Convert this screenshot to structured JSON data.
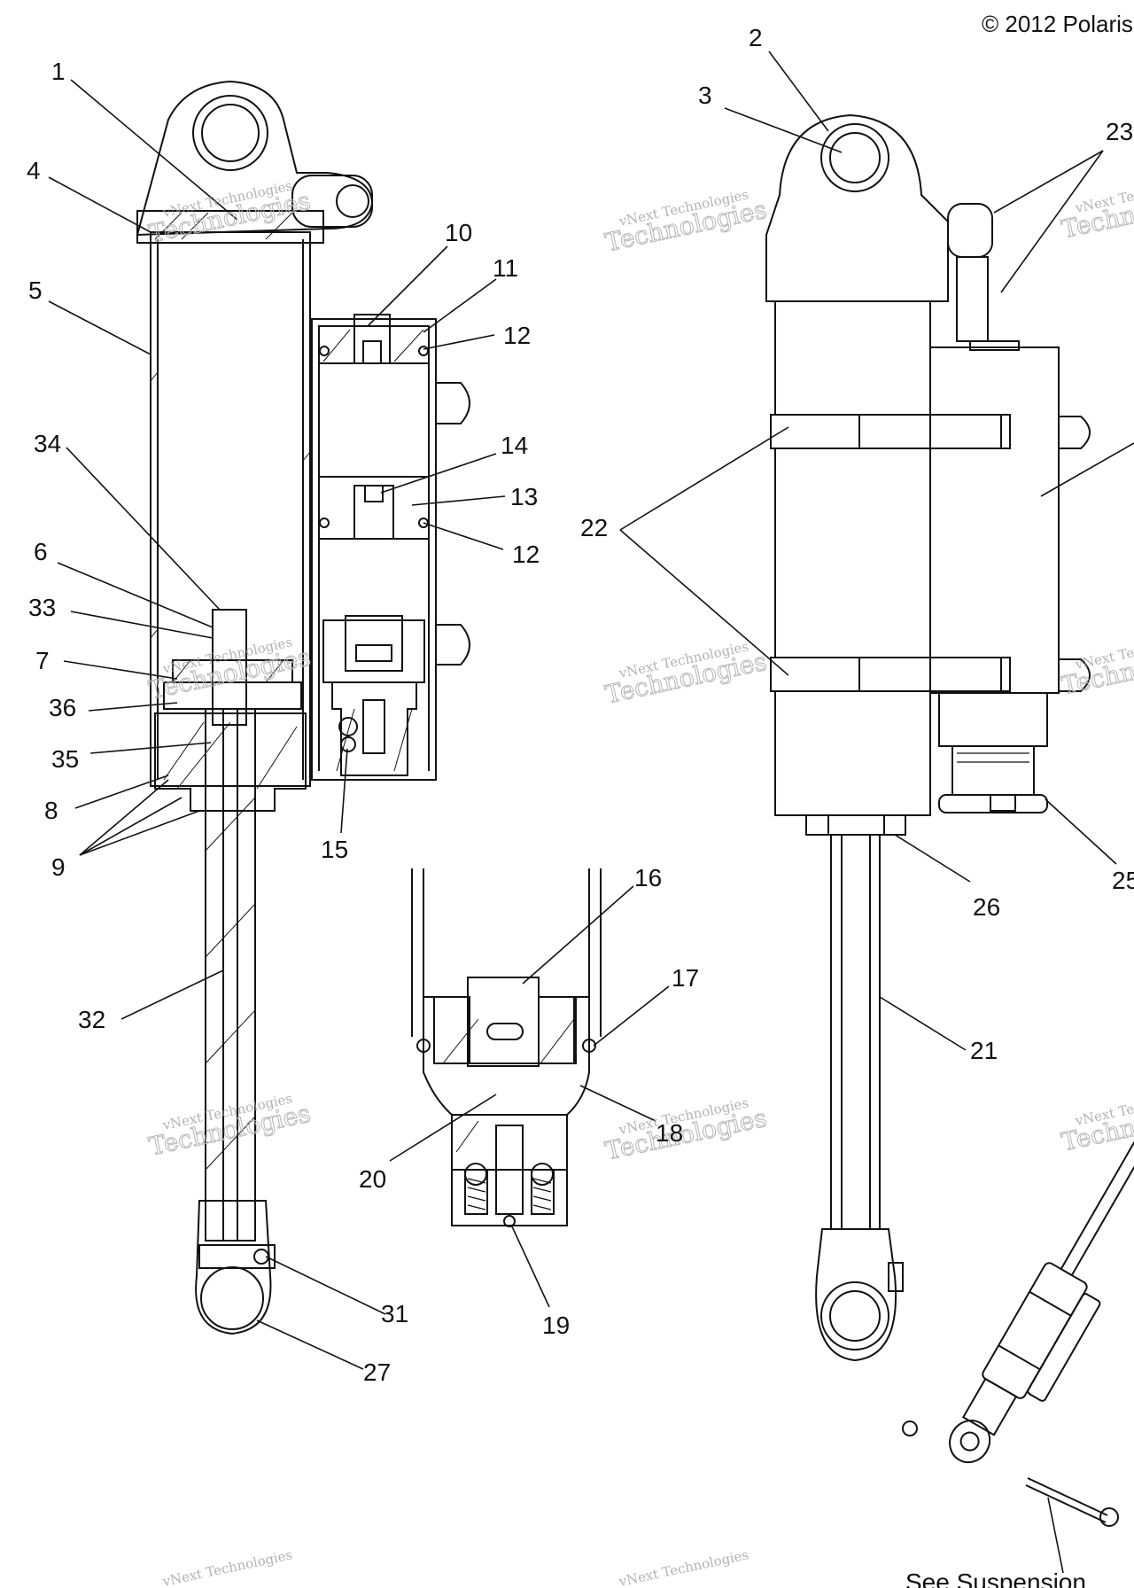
{
  "copyright": "© 2012 Polaris",
  "note_text": "See Suspension",
  "watermark": {
    "line1": "vNext Technologies",
    "line2": "Technologies"
  },
  "callouts": [
    {
      "label": "1"
    },
    {
      "label": "2"
    },
    {
      "label": "3"
    },
    {
      "label": "23"
    },
    {
      "label": "4"
    },
    {
      "label": "10"
    },
    {
      "label": "11"
    },
    {
      "label": "12"
    },
    {
      "label": "5"
    },
    {
      "label": "34"
    },
    {
      "label": "14"
    },
    {
      "label": "13"
    },
    {
      "label": "12"
    },
    {
      "label": "22"
    },
    {
      "label": "6"
    },
    {
      "label": "33"
    },
    {
      "label": "7"
    },
    {
      "label": "36"
    },
    {
      "label": "35"
    },
    {
      "label": "8"
    },
    {
      "label": "9"
    },
    {
      "label": "15"
    },
    {
      "label": "16"
    },
    {
      "label": "26"
    },
    {
      "label": "25"
    },
    {
      "label": "17"
    },
    {
      "label": "32"
    },
    {
      "label": "21"
    },
    {
      "label": "18"
    },
    {
      "label": "20"
    },
    {
      "label": "31"
    },
    {
      "label": "19"
    },
    {
      "label": "27"
    }
  ]
}
